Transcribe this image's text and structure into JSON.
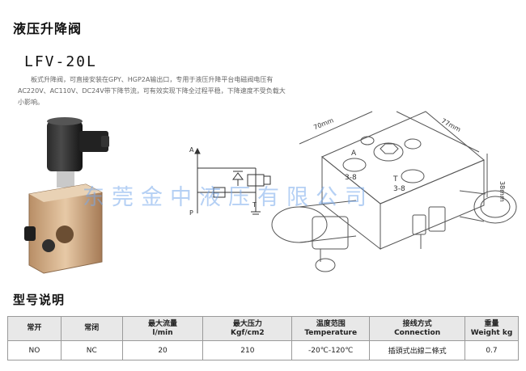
{
  "page": {
    "title": "液压升降阀",
    "model": "LFV-20L",
    "description": "板式升降阀，可直接安装在GPY、HGP2A输出口，专用于液压升降平台电磁阀电压有AC220V、AC110V、DC24V带下降节流，可有效实现下降全过程平稳，下降速度不受负载大小影响。",
    "watermark": "东莞金中液压有限公司"
  },
  "symbol": {
    "port_a": "A",
    "port_p": "P",
    "port_t": "T"
  },
  "drawing": {
    "dim_width": "70mm",
    "dim_depth": "77mm",
    "dim_height": "38mm",
    "port_a_label": "A",
    "port_a_thread": "3-8",
    "port_t_label": "T",
    "port_t_thread": "3-8"
  },
  "spec_section": {
    "title": "型号说明",
    "headers": [
      {
        "cn": "常开",
        "en": ""
      },
      {
        "cn": "常闭",
        "en": ""
      },
      {
        "cn": "最大流量",
        "en": "l/min"
      },
      {
        "cn": "最大压力",
        "en": "Kgf/cm2"
      },
      {
        "cn": "温度范围",
        "en": "Temperature"
      },
      {
        "cn": "接线方式",
        "en": "Connection"
      },
      {
        "cn": "重量",
        "en": "Weight kg"
      }
    ],
    "row": [
      "NO",
      "NC",
      "20",
      "210",
      "-20℃-120℃",
      "插頭式出線二條式",
      "0.7"
    ]
  }
}
